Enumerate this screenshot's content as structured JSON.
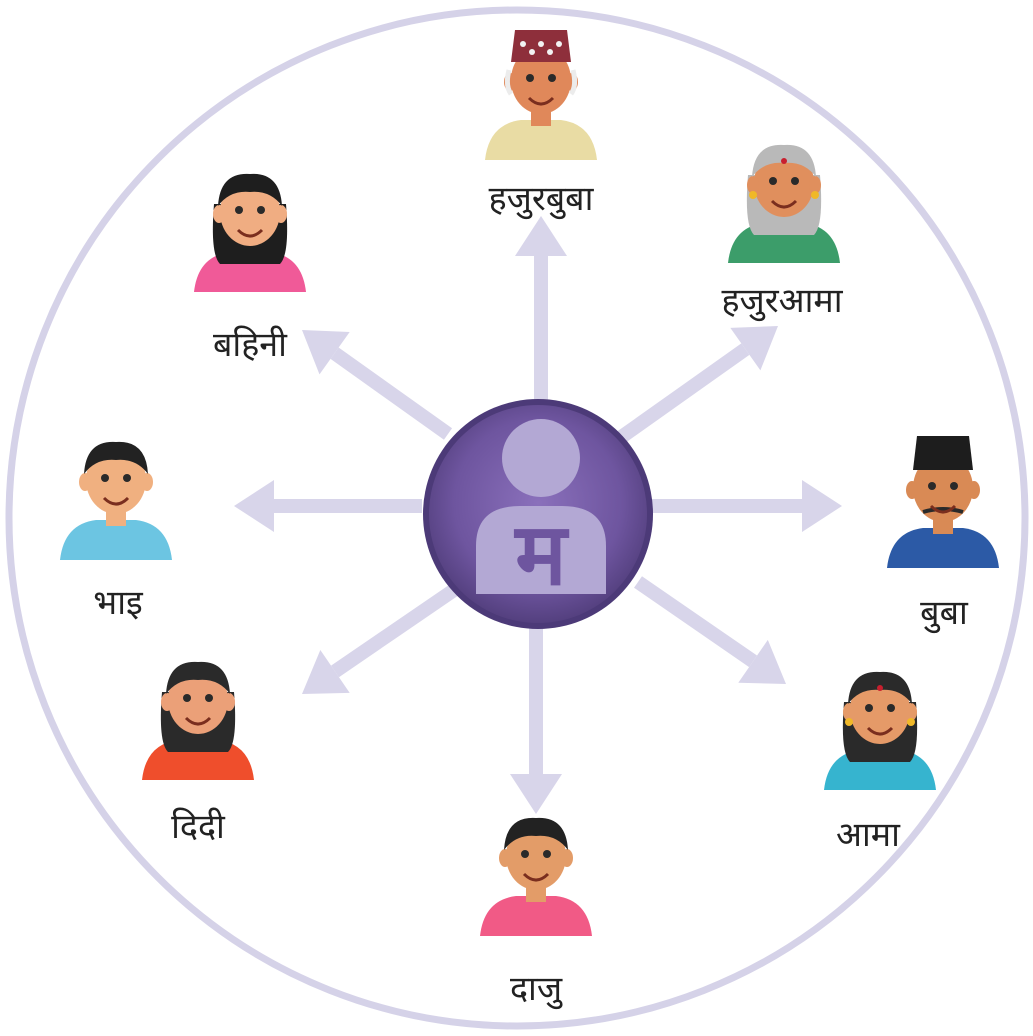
{
  "colors": {
    "ring": "#d5d2e8",
    "arrow": "#d8d5ea",
    "center_fill": "#6e559f",
    "center_rim": "#4c3a78",
    "center_silhouette": "#b3a8d4",
    "center_letter": "#6e559f"
  },
  "center": {
    "letter": "म",
    "icon": "person-silhouette-icon"
  },
  "members": [
    {
      "id": "grandfather",
      "label": "हजुरबुबा",
      "icon": "grandfather-icon",
      "skin": "#e0885a",
      "shirt": "#e9dca4",
      "hair": "#ececec",
      "hat": "dhaka-topi"
    },
    {
      "id": "grandmother",
      "label": "हजुरआमा",
      "icon": "grandmother-icon",
      "skin": "#e08f5d",
      "shirt": "#3c9d6a",
      "hair": "#b9b9b9",
      "hat": "none"
    },
    {
      "id": "father",
      "label": "बुबा",
      "icon": "father-icon",
      "skin": "#d98a55",
      "shirt": "#2c5aa6",
      "hair": "#222222",
      "hat": "black-topi"
    },
    {
      "id": "mother",
      "label": "आमा",
      "icon": "mother-icon",
      "skin": "#e59a68",
      "shirt": "#36b4cf",
      "hair": "#2a2a2a",
      "hat": "none"
    },
    {
      "id": "elder-brother",
      "label": "दाजु",
      "icon": "elder-brother-icon",
      "skin": "#e39c68",
      "shirt": "#f15a86",
      "hair": "#222222",
      "hat": "none"
    },
    {
      "id": "elder-sister",
      "label": "दिदी",
      "icon": "elder-sister-icon",
      "skin": "#eba078",
      "shirt": "#ef4e2c",
      "hair": "#2a2a2a",
      "hat": "none"
    },
    {
      "id": "younger-brother",
      "label": "भाइ",
      "icon": "younger-brother-icon",
      "skin": "#f0b080",
      "shirt": "#6cc5e2",
      "hair": "#222222",
      "hat": "none"
    },
    {
      "id": "younger-sister",
      "label": "बहिनी",
      "icon": "younger-sister-icon",
      "skin": "#f0ad82",
      "shirt": "#f05a98",
      "hair": "#1e1e1e",
      "hat": "none"
    }
  ]
}
